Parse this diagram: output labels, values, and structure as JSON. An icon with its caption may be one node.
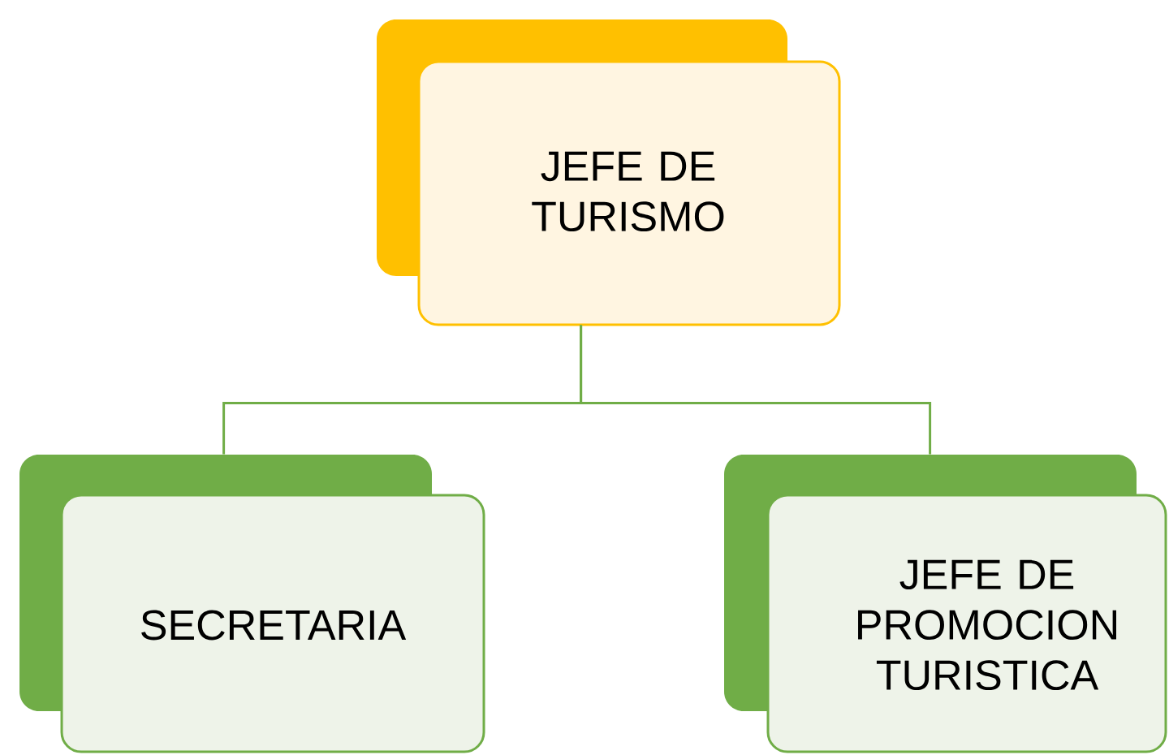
{
  "diagram": {
    "nodes": [
      {
        "text": [
          "JEFE DE TURISMO"
        ]
      },
      {
        "text": [
          "SECRETARIA"
        ]
      },
      {
        "text": [
          "JEFE DE PROMOCION TURISTICA"
        ]
      }
    ],
    "edges": [
      {
        "from": 0,
        "to": 1,
        "arrow": "none"
      },
      {
        "from": 0,
        "to": 2,
        "arrow": "none"
      }
    ]
  }
}
